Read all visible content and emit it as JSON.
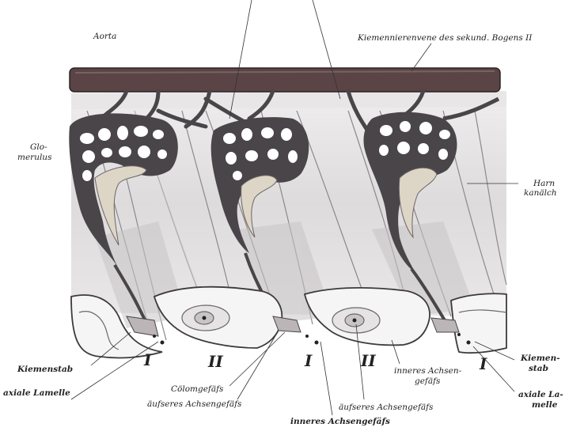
{
  "labels": {
    "aorta": "Aorta",
    "kiemennierenvene": "Kiemennierenvene des sekund. Bogens  II",
    "glomerulus_1": "Glo-",
    "glomerulus_2": "merulus",
    "harnkanaelchen_1": "Harn",
    "harnkanaelchen_2": "kanälch",
    "kiemenstab_left": "Kiemenstab",
    "kiemenstab_right_1": "Kiemen-",
    "kiemenstab_right_2": "stab",
    "axiale_lamelle_left": "axiale Lamelle",
    "axiale_lamelle_right_1": "axiale La-",
    "axiale_lamelle_right_2": "melle",
    "coelomgefaess": "Cölomgefäfs",
    "aeusseres_achsengefaess_left": "äufseres Achsengefäfs",
    "aeusseres_achsengefaess_right": "äufseres  Achsengefäfs",
    "inneres_achsengefaess_bottom": "inneres Achsengefäfs",
    "inneres_achsengefaess_right_1": "inneres Achsen-",
    "inneres_achsengefaess_right_2": "gefäfs"
  },
  "numerals": {
    "n1": "I",
    "n2": "II",
    "n3": "I",
    "n4": "II",
    "n5": "I"
  },
  "colors": {
    "vessel": "#4a4548",
    "aorta": "#5a4446",
    "background": "#ffffff",
    "tissue": "#e4e2e3",
    "tissue_dark": "#c9c6c8",
    "kidney_tubule": "#d8d2c4"
  }
}
